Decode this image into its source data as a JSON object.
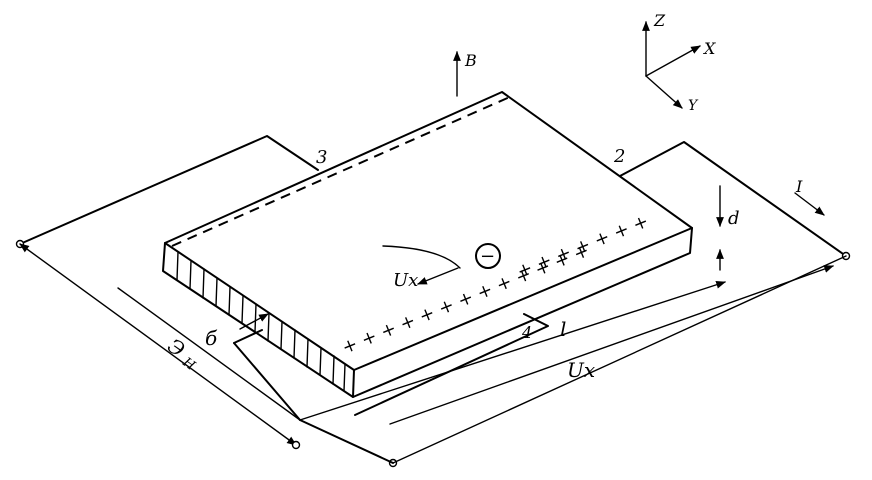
{
  "labels": {
    "axis_z": "Z",
    "axis_x": "X",
    "axis_y": "Y",
    "field_b": "B",
    "contact_3": "3",
    "contact_2": "2",
    "contact_4": "4",
    "thickness_d": "d",
    "width_b": "б",
    "length_l": "l",
    "current_i": "I",
    "voltage_ux_top": "Ux",
    "voltage_ux_bottom": "Ux",
    "voltage_eh": "Э",
    "eh_subscript": "H",
    "electron_sign": "−",
    "positive_charges": "+ + + + + + + + + + + + +",
    "edge_plus_marks": "+ + + + + + +"
  },
  "colors": {
    "ink": "#000000",
    "paper": "#ffffff"
  }
}
